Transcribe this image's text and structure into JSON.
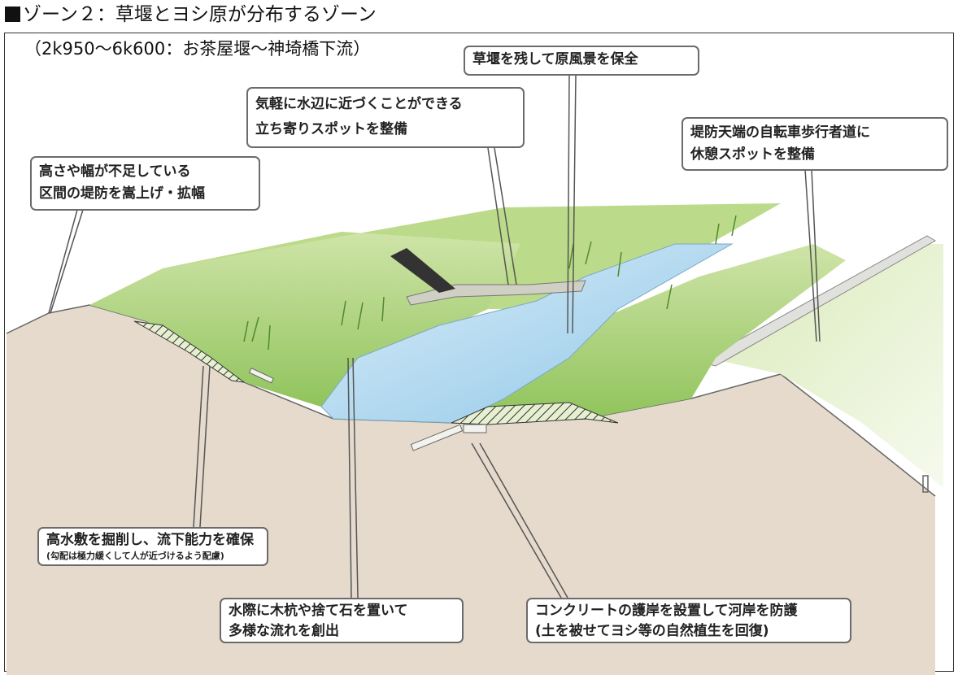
{
  "heading": "ゾーン２：草堰とヨシ原が分布するゾーン",
  "subheading": "（2k950～6k600：お茶屋堰～神埼橋下流）",
  "callouts": {
    "weir": {
      "line1": "草堰を残して原風景を保全"
    },
    "spot": {
      "line1": "気軽に水辺に近づくことができる",
      "line2": "立ち寄りスポットを整備"
    },
    "rest": {
      "line1": "堤防天端の自転車歩行者道に",
      "line2": "休憩スポットを整備"
    },
    "levee": {
      "line1": "高さや幅が不足している",
      "line2": "区間の堤防を嵩上げ・拡幅"
    },
    "excavate": {
      "line1": "高水敷を掘削し、流下能力を確保",
      "line2": "(勾配は極力緩くして人が近づけるよう配慮)"
    },
    "flow": {
      "line1": "水際に木杭や捨て石を置いて",
      "line2": "多様な流れを創出"
    },
    "revetment": {
      "line1": "コンクリートの護岸を設置して河岸を防護",
      "line2": "(土を被せてヨシ等の自然植生を回復)"
    }
  },
  "colors": {
    "grass": "#a9cf6c",
    "water": "#a9d3ec",
    "soil": "#e6dacd",
    "leader": "#555555"
  }
}
